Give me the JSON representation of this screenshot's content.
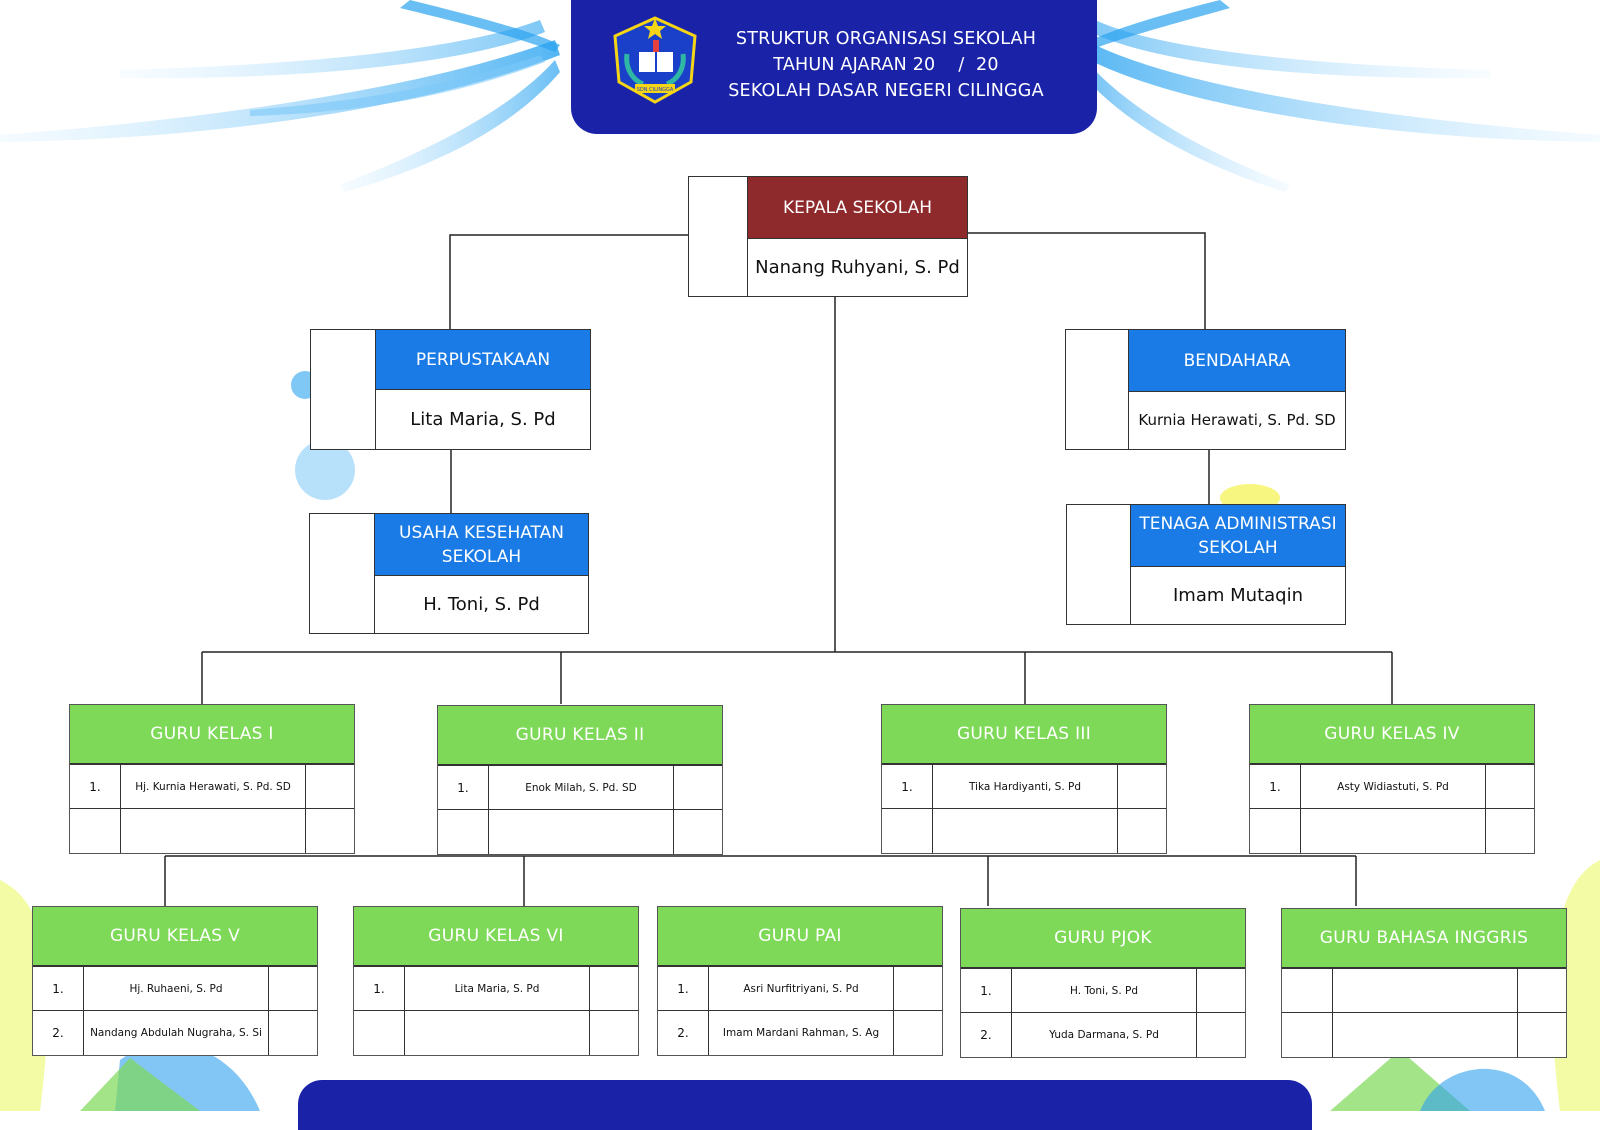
{
  "header": {
    "line1": "STRUKTUR ORGANISASI SEKOLAH",
    "line2": "TAHUN AJARAN 20    /  20",
    "line3": "SEKOLAH DASAR NEGERI CILINGGA",
    "logo_text": "SDN CILINGGA"
  },
  "kepala": {
    "title": "KEPALA SEKOLAH",
    "name": "Nanang Ruhyani,  S. Pd"
  },
  "perpustakaan": {
    "title": "PERPUSTAKAAN",
    "name": "Lita Maria,  S. Pd"
  },
  "uks": {
    "title_line1": "USAHA KESEHATAN",
    "title_line2": "SEKOLAH",
    "name": "H.  Toni,  S. Pd"
  },
  "bendahara": {
    "title": "BENDAHARA",
    "name": "Kurnia Herawati,  S. Pd. SD"
  },
  "tas": {
    "title_line1": "TENAGA ADMINISTRASI",
    "title_line2": "SEKOLAH",
    "name": "Imam Mutaqin"
  },
  "teachers": [
    {
      "title": "GURU KELAS I",
      "rows": [
        {
          "no": "1.",
          "name": "Hj.  Kurnia Herawati,  S. Pd. SD"
        },
        {
          "no": "",
          "name": ""
        }
      ]
    },
    {
      "title": "GURU KELAS II",
      "rows": [
        {
          "no": "1.",
          "name": "Enok Milah, S. Pd. SD"
        },
        {
          "no": "",
          "name": ""
        }
      ]
    },
    {
      "title": "GURU KELAS III",
      "rows": [
        {
          "no": "1.",
          "name": "Tika Hardiyanti,  S. Pd"
        },
        {
          "no": "",
          "name": ""
        }
      ]
    },
    {
      "title": "GURU KELAS IV",
      "rows": [
        {
          "no": "1.",
          "name": "Asty Widiastuti,  S. Pd"
        },
        {
          "no": "",
          "name": ""
        }
      ]
    },
    {
      "title": "GURU KELAS V",
      "rows": [
        {
          "no": "1.",
          "name": "Hj.  Ruhaeni,  S. Pd"
        },
        {
          "no": "2.",
          "name": "Nandang Abdulah Nugraha, S. Si"
        }
      ]
    },
    {
      "title": "GURU KELAS VI",
      "rows": [
        {
          "no": "1.",
          "name": "Lita Maria,  S. Pd"
        },
        {
          "no": "",
          "name": ""
        }
      ]
    },
    {
      "title": "GURU PAI",
      "rows": [
        {
          "no": "1.",
          "name": "Asri Nurfitriyani,  S. Pd"
        },
        {
          "no": "2.",
          "name": "Imam Mardani Rahman, S. Ag"
        }
      ]
    },
    {
      "title": "GURU PJOK",
      "rows": [
        {
          "no": "1.",
          "name": "H.  Toni, S. Pd"
        },
        {
          "no": "2.",
          "name": "Yuda Darmana, S. Pd"
        }
      ]
    },
    {
      "title": "GURU BAHASA INGGRIS",
      "rows": [
        {
          "no": "",
          "name": ""
        },
        {
          "no": "",
          "name": ""
        }
      ]
    }
  ],
  "colors": {
    "header_blue": "#1a23a8",
    "kepala_red": "#8e2a2c",
    "staff_blue": "#1a7be6",
    "teacher_green": "#7dd957"
  }
}
